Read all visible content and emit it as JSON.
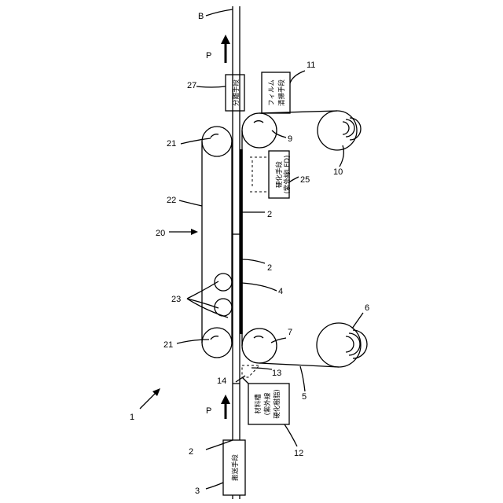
{
  "ref_numerals": {
    "n1": "1",
    "n2_bottom": "2",
    "n2_mid": "2",
    "n2_upper": "2",
    "n3": "3",
    "n4": "4",
    "n5": "5",
    "n6": "6",
    "n7": "7",
    "n9": "9",
    "n10": "10",
    "n11": "11",
    "n12": "12",
    "n13": "13",
    "n14": "14",
    "n20": "20",
    "n21_top": "21",
    "n21_bottom": "21",
    "n22": "22",
    "n23": "23",
    "n25": "25",
    "n27": "27",
    "B": "B",
    "P_top": "P",
    "P_bottom": "P"
  },
  "boxes": {
    "separation_means": "分離手段",
    "film_winding_line1": "フィルム",
    "film_winding_line2": "清掃手段",
    "curing_line1": "硬化手段",
    "curing_line2": "(紫外線LED)",
    "material_line1": "材料槽",
    "material_line2": "(紫外線",
    "material_line3": "硬化樹脂)",
    "transport_means": "搬送手段"
  }
}
